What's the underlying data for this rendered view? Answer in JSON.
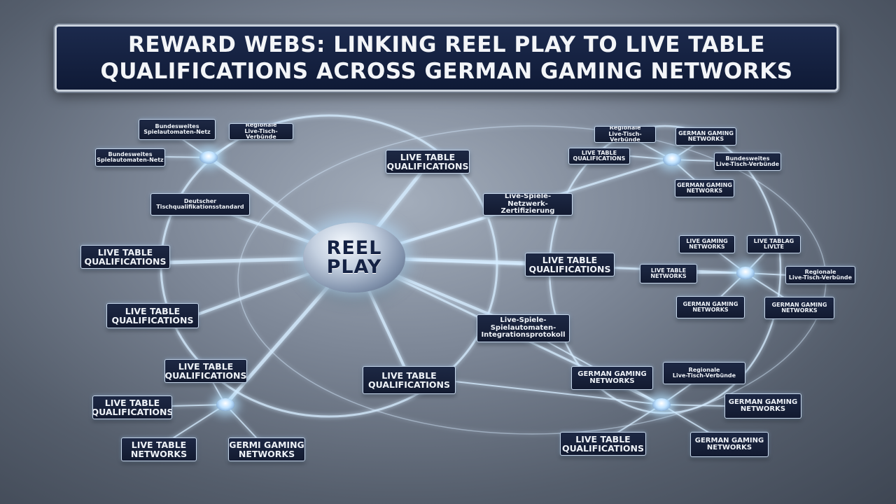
{
  "title": {
    "line1": "REWARD WEBS: LINKING REEL PLAY TO LIVE TABLE",
    "line2": "QUALIFICATIONS ACROSS GERMAN GAMING NETWORKS"
  },
  "hub": {
    "line1": "REEL",
    "line2": "PLAY"
  },
  "nodes": [
    "Bundesweites\nSpielautomaten-Netz",
    "Regionale\nLive-Tisch-Verbünde",
    "Bundesweites\nSpielautomaten-Netz",
    "Deutscher\nTischqualifikationsstandard",
    "LIVE TABLE\nQUALIFICATIONS",
    "LIVE TABLE\nQUALIFICATIONS",
    "LIVE TABLE\nQUALIFICATIONS",
    "LIVE TABLE\nQUALIFICATIONS",
    "LIVE TABLE\nNETWORKS",
    "GERMI GAMING\nNETWORKS",
    "LIVE TABLE\nQUALIFICATIONS",
    "Live-Spiele-\nNetzwerk-Zertifizierung",
    "LIVE TABLE\nQUALIFICATIONS",
    "Live-Spiele-\nSpielautomaten-\nIntegrationsprotokoll",
    "LIVE TABLE\nQUALIFICATIONS",
    "Regionale\nLive-Tisch-Verbünde",
    "GERMAN GAMING\nNETWORKS",
    "LIVE TABLE\nQUALIFICATIONS",
    "Bundesweites\nLive-Tisch-Verbünde",
    "GERMAN GAMING\nNETWORKS",
    "LIVE GAMING\nNETWORKS",
    "LIVE TABLAG\nLIVLTE",
    "LIVE TABLE\nNETWORKS",
    "Regionale\nLive-Tisch-Verbünde",
    "GERMAN GAMING\nNETWORKS",
    "GERMAN GAMING\nNETWORKS",
    "GERMAN GAMING\nNETWORKS",
    "Regionale\nLive-Tisch-Verbünde",
    "GERMAN GAMING\nNETWORKS",
    "LIVE TABLE\nQUALIFICATIONS",
    "GERMAN GAMING\nNETWORKS"
  ]
}
